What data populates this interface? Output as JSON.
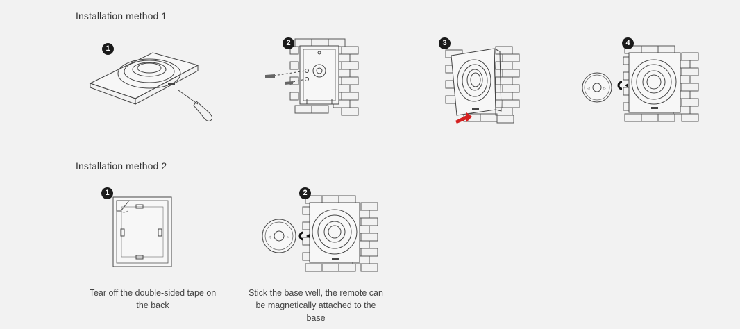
{
  "method1": {
    "title": "Installation method 1",
    "steps": [
      {
        "number": "1"
      },
      {
        "number": "2"
      },
      {
        "number": "3"
      },
      {
        "number": "4"
      }
    ]
  },
  "method2": {
    "title": "Installation method 2",
    "steps": [
      {
        "number": "1",
        "caption": [
          "Tear off the double-sided tape on",
          "the back"
        ]
      },
      {
        "number": "2",
        "caption": [
          "Stick the base well, the remote can",
          "be magnetically attached to the",
          "base"
        ]
      }
    ]
  },
  "colors": {
    "arrow": "#d42020",
    "badge": "#1a1a1a",
    "background": "#f2f2f2"
  }
}
